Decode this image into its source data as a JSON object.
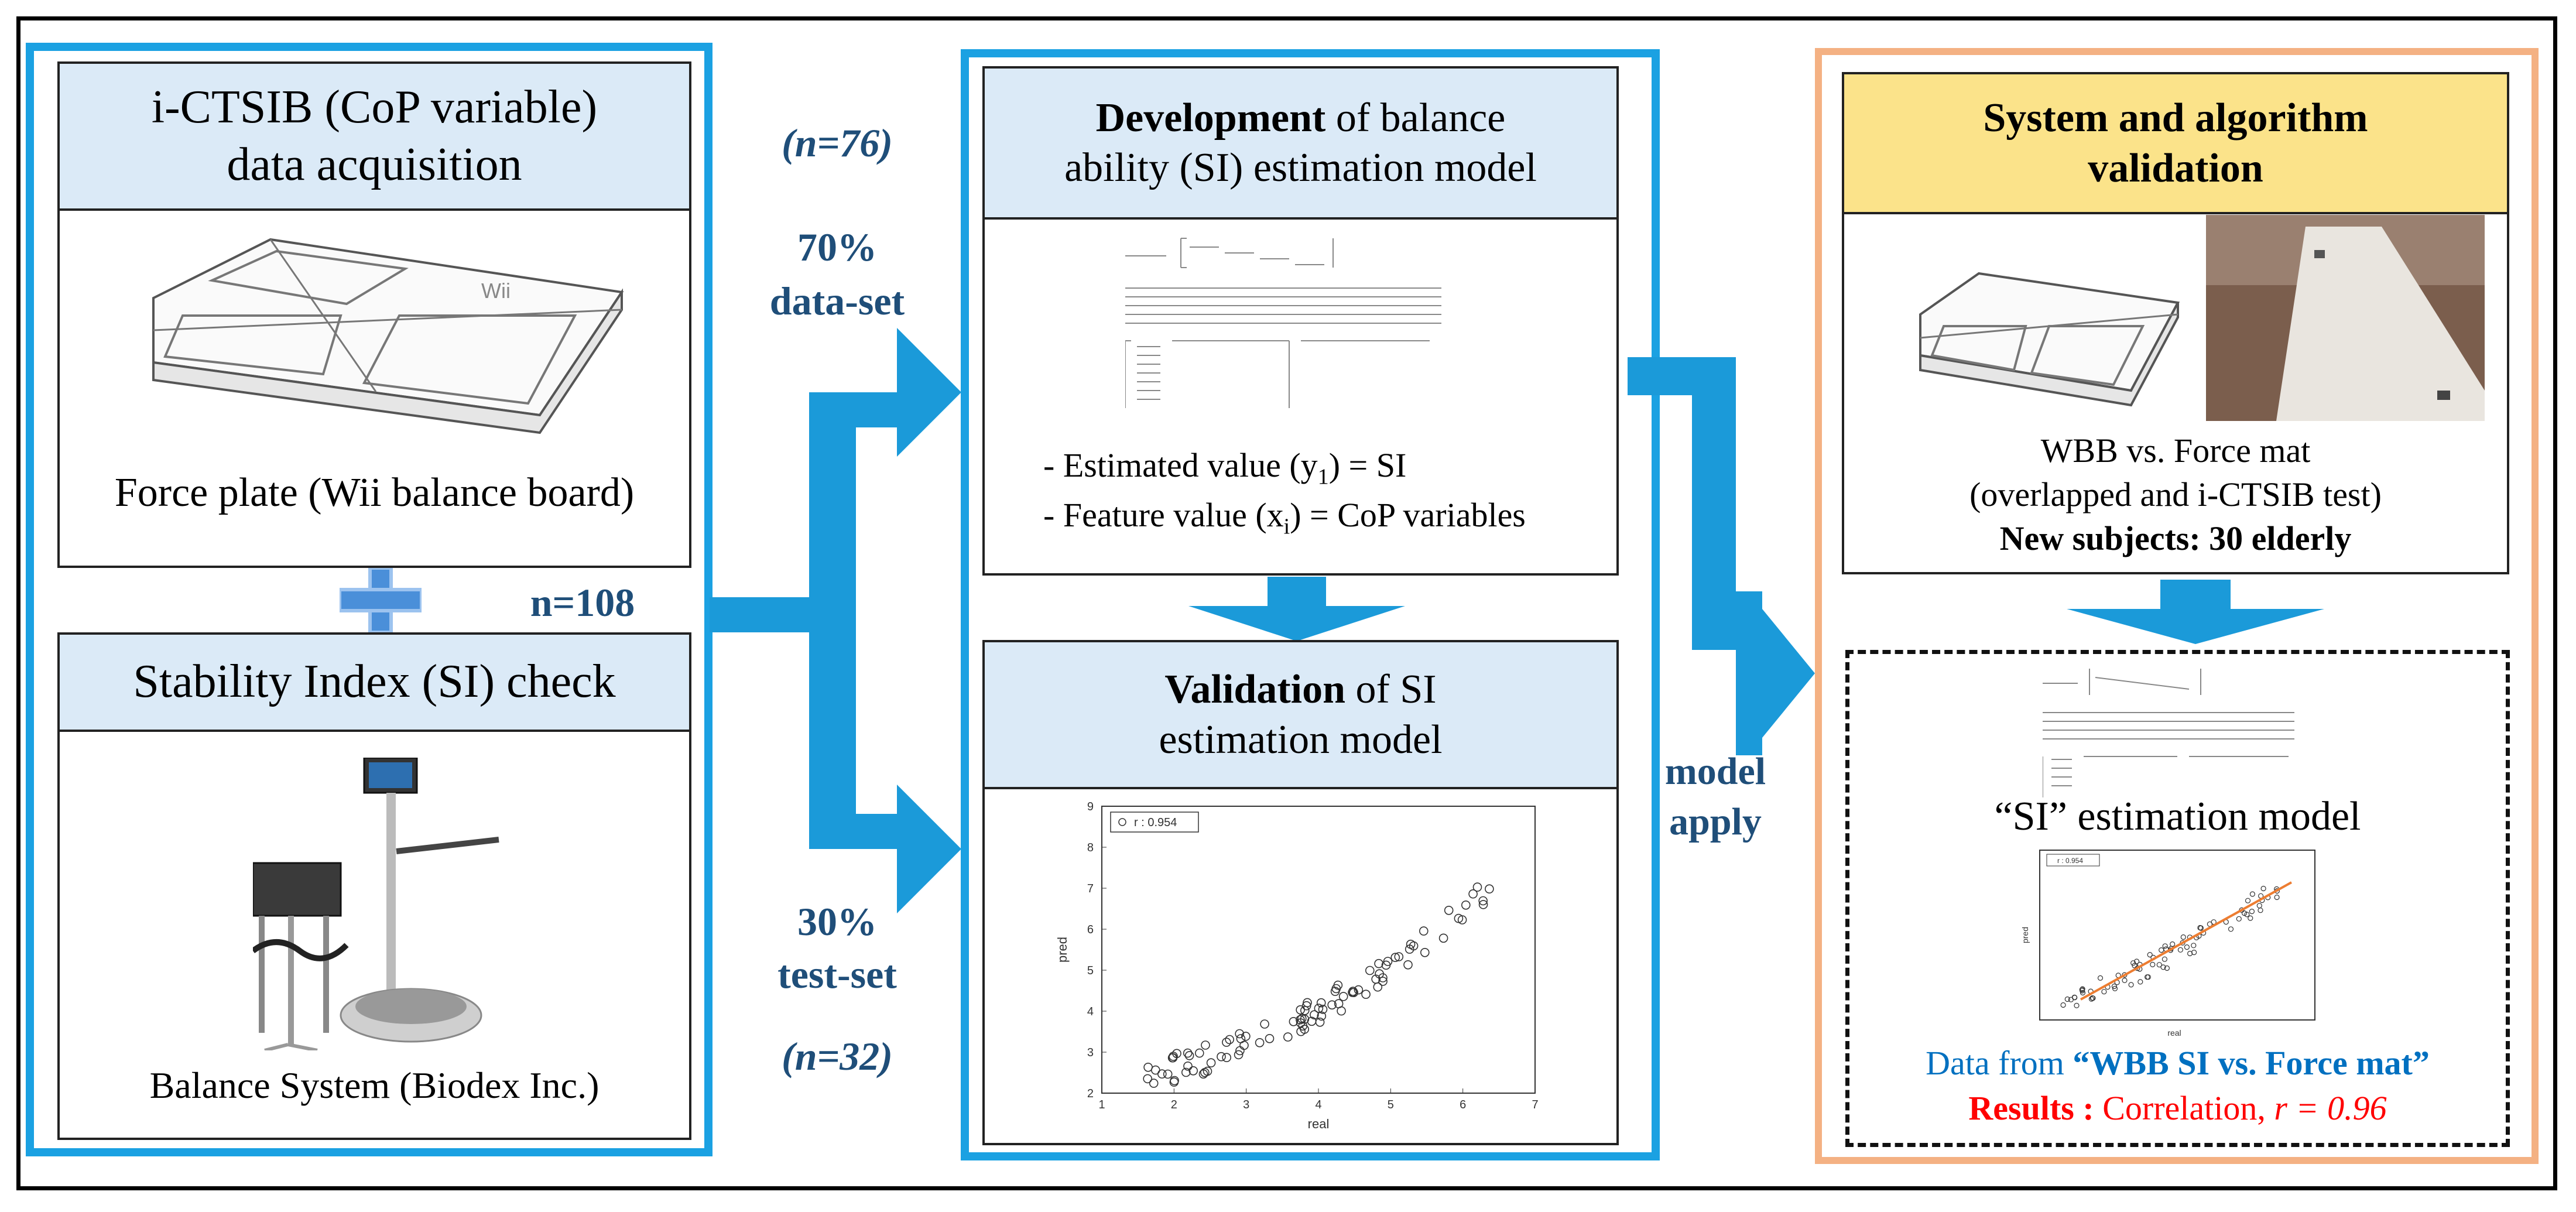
{
  "col1": {
    "top_title_line1": "i-CTSIB (CoP variable)",
    "top_title_line2": "data acquisition",
    "force_plate_caption": "Force plate (Wii balance board)",
    "bottom_title": "Stability Index (SI) check",
    "balance_caption": "Balance System  (Biodex Inc.)",
    "n_total": "n=108",
    "wii_logo": "Wii"
  },
  "split": {
    "n_train": "(n=76)",
    "train_pct": "70%",
    "train_label": "data-set",
    "test_pct": "30%",
    "test_label": "test-set",
    "n_test": "(n=32)"
  },
  "col2": {
    "dev_bold": "Development",
    "dev_rest1": " of balance",
    "dev_line2": "ability (SI) estimation model",
    "estimated_prefix": "- Estimated value (y",
    "estimated_sub": "1",
    "estimated_suffix": ") = SI",
    "feature_prefix": "- Feature value (x",
    "feature_sub": "i",
    "feature_suffix": ") = CoP variables",
    "val_bold": "Validation",
    "val_rest1": " of SI",
    "val_line2": "estimation model"
  },
  "apply": {
    "line1": "model",
    "line2": "apply"
  },
  "col3": {
    "title_line1": "System and algorithm",
    "title_line2": "validation",
    "compare_line1": "WBB vs. Force mat",
    "compare_line2": "(overlapped and i-CTSIB test)",
    "subjects": "New subjects: 30 elderly",
    "model_label": "“SI” estimation model",
    "data_prefix": "Data from ",
    "data_bold": "“WBB SI vs. Force mat”",
    "results_bold": "Results :",
    "results_rest": " Correlation, ",
    "results_r": "r = 0.96"
  },
  "scatter": {
    "legend": "r : 0.954",
    "xlabel": "real",
    "ylabel": "pred",
    "x_ticks": [
      "1",
      "2",
      "3",
      "4",
      "5",
      "6",
      "7"
    ],
    "y_ticks": [
      "2",
      "3",
      "4",
      "5",
      "6",
      "7",
      "8",
      "9"
    ]
  },
  "small_scatter": {
    "legend": "r : 0.954",
    "xlabel": "real",
    "ylabel": "pred"
  },
  "colors": {
    "accent_blue": "#1ba1e2",
    "header_blue": "#dbeaf7",
    "header_gold": "#fbe38a",
    "frame_orange": "#f4b183",
    "label_navy": "#1f4e79",
    "result_red": "#ff0000",
    "regression_line": "#ed7d31"
  }
}
